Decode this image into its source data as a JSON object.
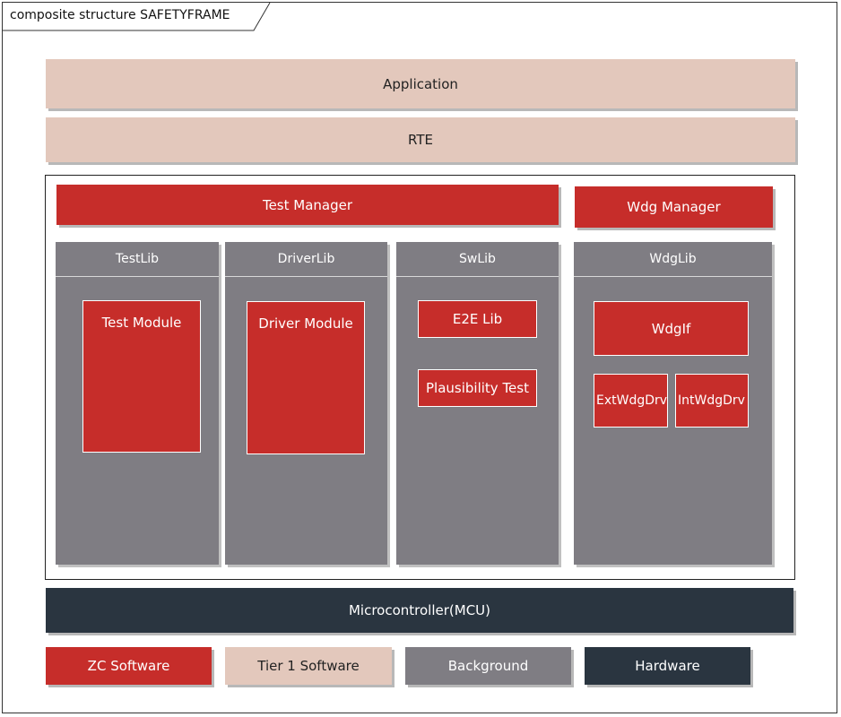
{
  "frame": {
    "title": "composite structure SAFETYFRAME"
  },
  "layers": {
    "application": "Application",
    "rte": "RTE",
    "mcu": "Microcontroller(MCU)"
  },
  "managers": {
    "test_manager": "Test Manager",
    "wdg_manager": "Wdg Manager"
  },
  "libs": {
    "testlib": {
      "label": "TestLib",
      "modules": [
        "Test Module"
      ]
    },
    "driverlib": {
      "label": "DriverLib",
      "modules": [
        "Driver Module"
      ]
    },
    "swlib": {
      "label": "SwLib",
      "modules": [
        "E2E Lib",
        "Plausibility Test"
      ]
    },
    "wdglib": {
      "label": "WdgLib",
      "modules": [
        "WdgIf",
        "ExtWdgDrv",
        "IntWdgDrv"
      ]
    }
  },
  "legend": [
    {
      "label": "ZC Software",
      "color": "#c62d2a"
    },
    {
      "label": "Tier 1 Software",
      "color": "#e3c8bc"
    },
    {
      "label": "Background",
      "color": "#7f7d83"
    },
    {
      "label": "Hardware",
      "color": "#2a3540"
    }
  ]
}
